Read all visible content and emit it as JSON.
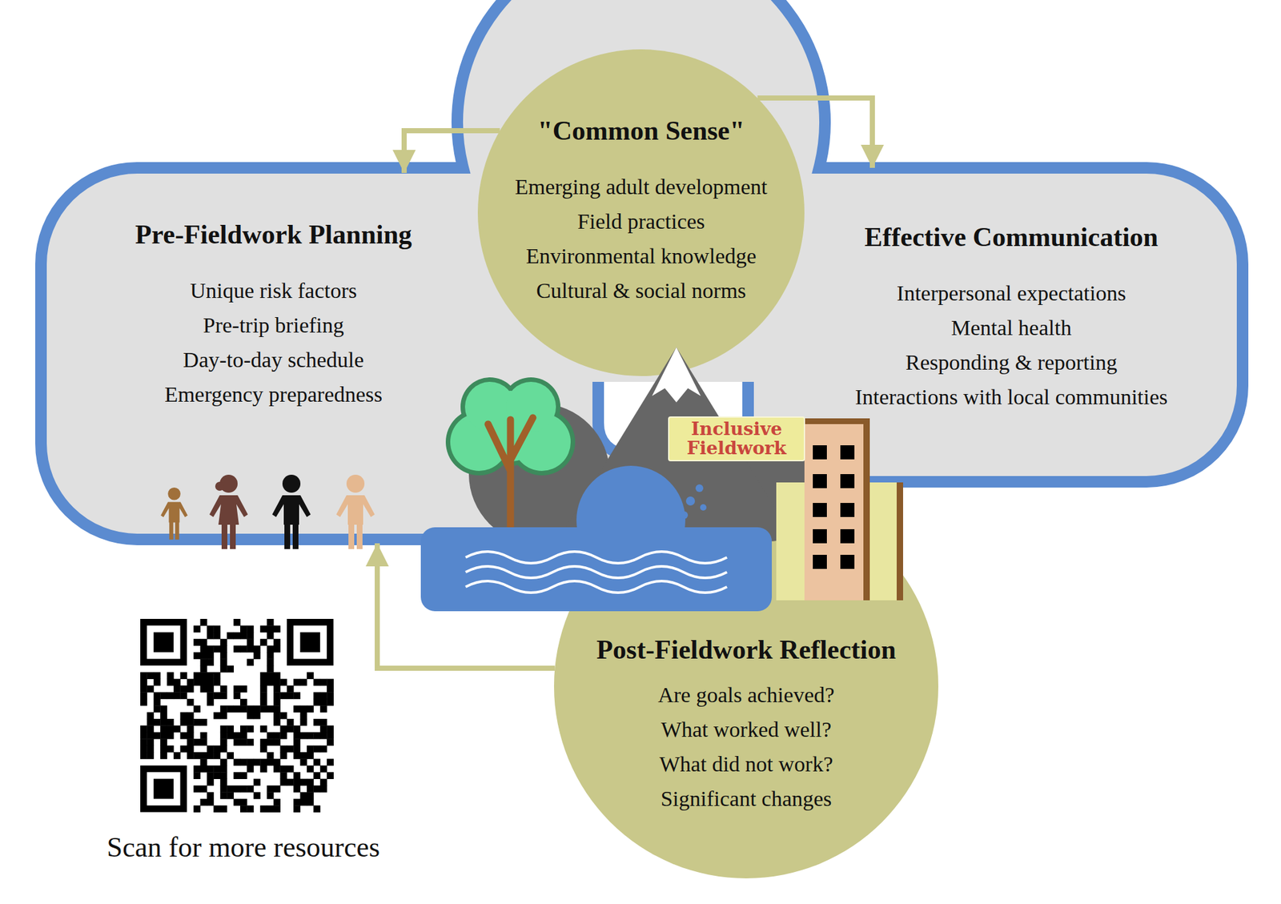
{
  "diagram": {
    "nodes": [
      {
        "text": [
          "\"Common Sense\"",
          "Emerging adult development",
          "Field practices",
          "Environmental knowledge",
          "Cultural & social norms"
        ]
      },
      {
        "text": [
          "Pre-Fieldwork Planning",
          "Unique risk factors",
          "Pre-trip briefing",
          "Day-to-day schedule",
          "Emergency preparedness"
        ]
      },
      {
        "text": [
          "Effective Communication",
          "Interpersonal expectations",
          "Mental health",
          "Responding & reporting",
          "Interactions with local communities"
        ]
      },
      {
        "text": [
          "Inclusive Fieldwork"
        ]
      },
      {
        "text": [
          "Post-Fieldwork Reflection",
          "Are goals achieved?",
          "What worked well?",
          "What did not work?",
          "Significant changes"
        ]
      }
    ],
    "edges": [
      {
        "from": 0,
        "to": 1,
        "arrow": "to"
      },
      {
        "from": 0,
        "to": 2,
        "arrow": "to"
      },
      {
        "from": 4,
        "to": 1,
        "arrow": "to"
      }
    ],
    "labels": [
      "Scan for more resources"
    ]
  }
}
